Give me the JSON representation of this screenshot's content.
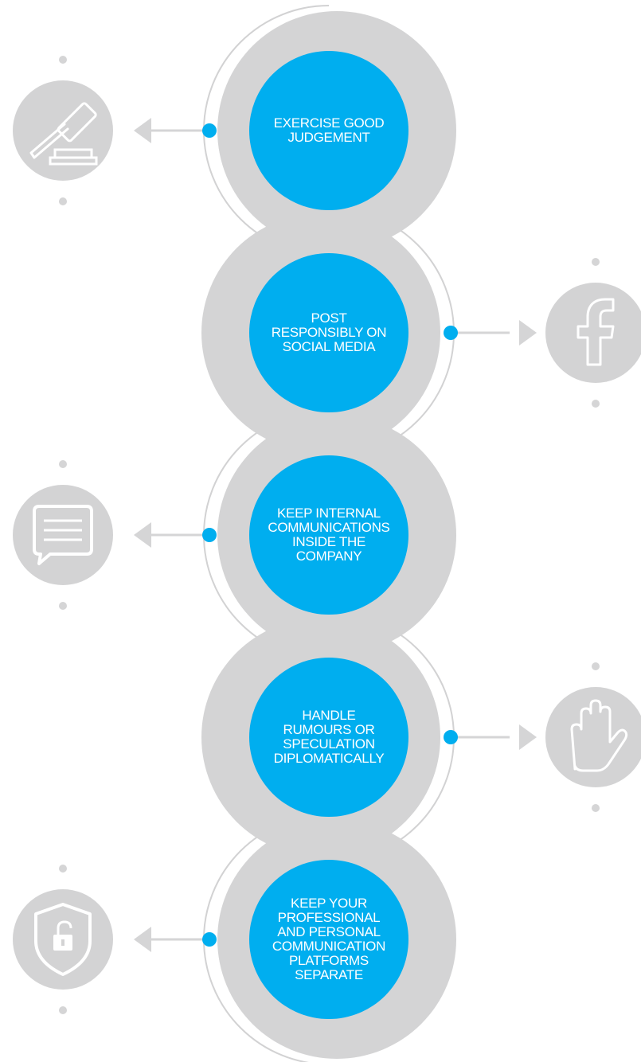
{
  "colors": {
    "accent_blue": "#00AEEF",
    "ring_gray": "#D4D4D5",
    "outline_gray": "#D2D2D3",
    "icon_circle": "#D3D3D4",
    "dot_gray": "#D5D5D6",
    "icon_stroke": "#FFFFFF"
  },
  "steps": [
    {
      "lines": [
        "EXERCISE GOOD",
        "JUDGEMENT"
      ],
      "icon": "gavel-icon",
      "side": "left"
    },
    {
      "lines": [
        "POST",
        "RESPONSIBLY ON",
        "SOCIAL MEDIA"
      ],
      "icon": "facebook-icon",
      "side": "right"
    },
    {
      "lines": [
        "KEEP INTERNAL",
        "COMMUNICATIONS",
        "INSIDE THE",
        "COMPANY"
      ],
      "icon": "chat-bubble-icon",
      "side": "left"
    },
    {
      "lines": [
        "HANDLE",
        "RUMOURS OR",
        "SPECULATION",
        "DIPLOMATICALLY"
      ],
      "icon": "hand-stop-icon",
      "side": "right"
    },
    {
      "lines": [
        "KEEP YOUR",
        "PROFESSIONAL",
        "AND PERSONAL",
        "COMMUNICATION",
        "PLATFORMS",
        "SEPARATE"
      ],
      "icon": "shield-lock-icon",
      "side": "left"
    }
  ]
}
